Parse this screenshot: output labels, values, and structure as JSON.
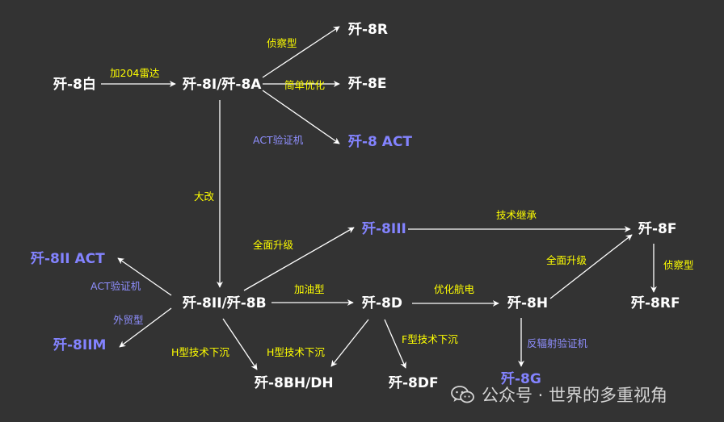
{
  "colors": {
    "background": "#333333",
    "node_white": "#ffffff",
    "node_blue": "#8383ff",
    "label_yellow": "#ffff00",
    "label_blue": "#8f8fff",
    "edge": "#ffffff"
  },
  "nodes": {
    "j8_bai": "歼-8白",
    "j8i_8a": "歼-8I/歼-8A",
    "j8r": "歼-8R",
    "j8e": "歼-8E",
    "j8act": "歼-8 ACT",
    "j8iii": "歼-8III",
    "j8f": "歼-8F",
    "j8ii_act": "歼-8II ACT",
    "j8ii_8b": "歼-8II/歼-8B",
    "j8d": "歼-8D",
    "j8h": "歼-8H",
    "j8rf": "歼-8RF",
    "j8iim": "歼-8IIM",
    "j8bh_dh": "歼-8BH/DH",
    "j8df": "歼-8DF",
    "j8g": "歼-8G"
  },
  "edge_labels": {
    "add_radar": "加204雷达",
    "recon_1": "侦察型",
    "simplified": "简单优化",
    "act_test_1": "ACT验证机",
    "major_mod": "大改",
    "full_upgrade_1": "全面升级",
    "tech_inherit": "技术继承",
    "full_upgrade_2": "全面升级",
    "recon_2": "侦察型",
    "act_test_2": "ACT验证机",
    "refuel": "加油型",
    "avionics": "优化航电",
    "export": "外贸型",
    "h_tech_1": "H型技术下沉",
    "h_tech_2": "H型技术下沉",
    "f_tech": "F型技术下沉",
    "anti_rad": "反辐射验证机"
  },
  "watermark": {
    "icon": "wechat-icon",
    "text": "公众号 · 世界的多重视角"
  }
}
